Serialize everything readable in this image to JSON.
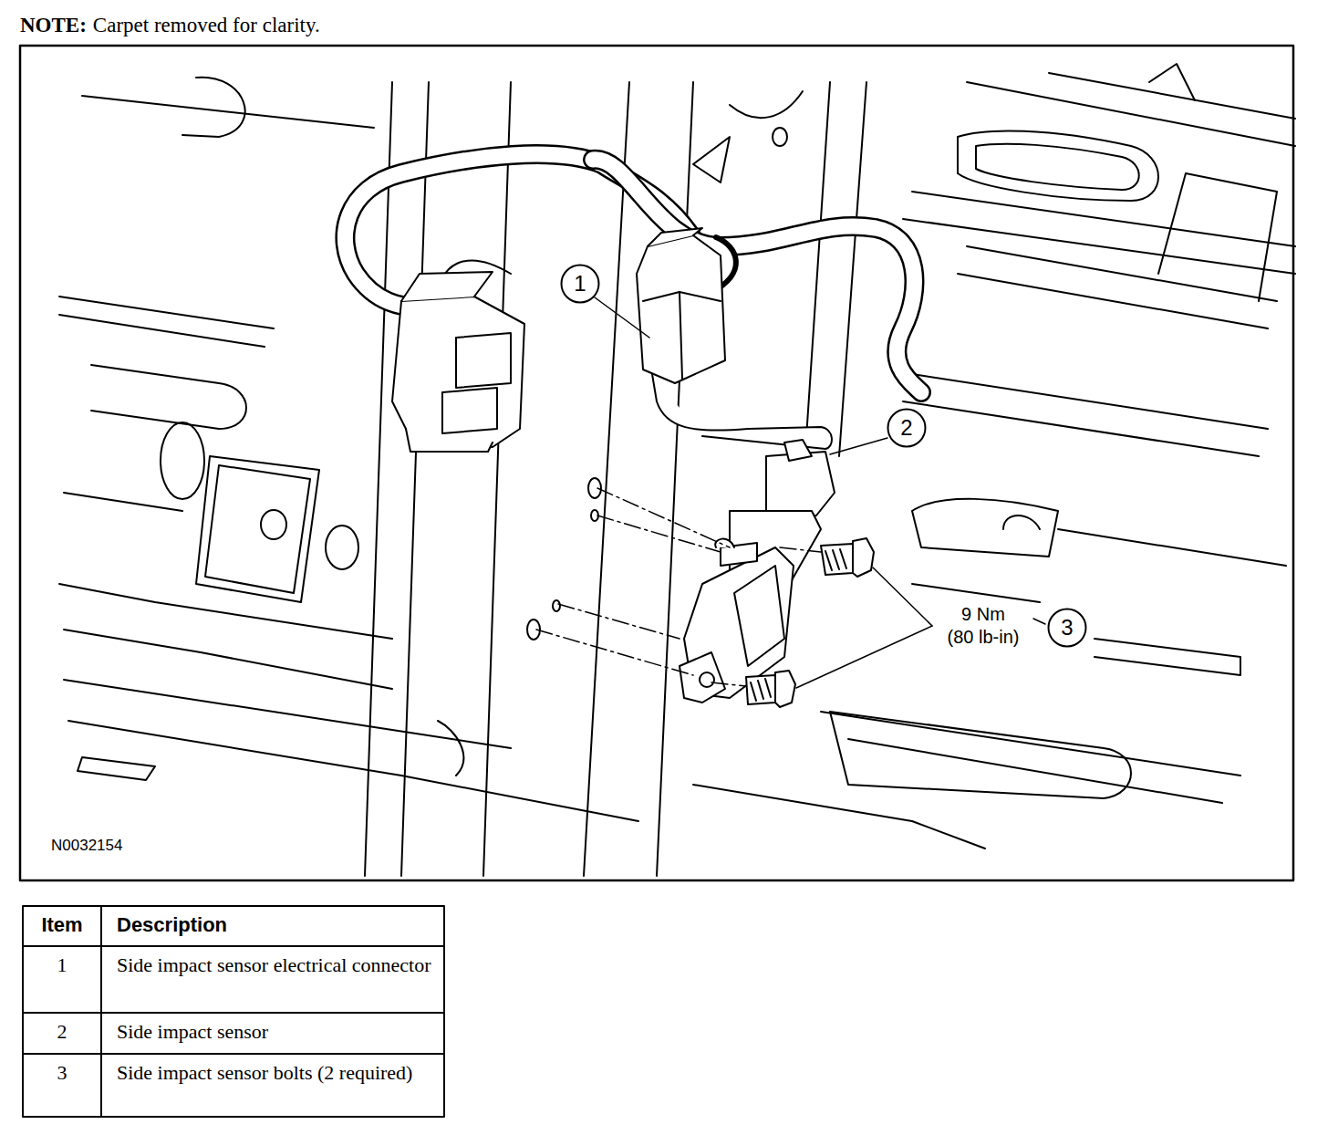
{
  "diagram": {
    "nodes": [
      {
        "text": [
          "1"
        ]
      },
      {
        "text": [
          "2"
        ]
      },
      {
        "text": [
          "3"
        ]
      }
    ],
    "labels": [
      "NOTE:",
      "Carpet removed for clarity.",
      "9 Nm",
      "(80 lb-in)",
      "N0032154",
      "Item",
      "Description",
      "1",
      "Side impact sensor electrical connector",
      "2",
      "Side impact sensor",
      "3",
      "Side impact sensor bolts (2 required)"
    ]
  }
}
